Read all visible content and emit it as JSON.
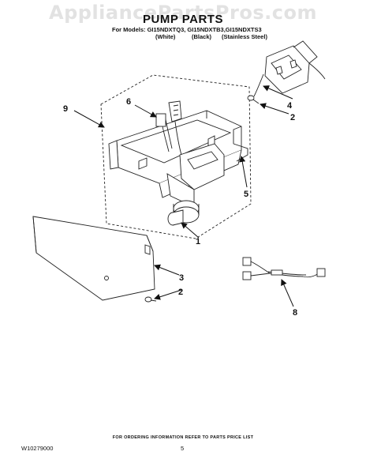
{
  "watermark": "AppliancePartsPros.com",
  "header": {
    "title": "PUMP PARTS",
    "models_line": "For Models: GI15NDXTQ3, GI15NDXTB3,GI15NDXTS3",
    "colors": [
      "(White)",
      "(Black)",
      "(Stainless Steel)"
    ]
  },
  "callouts": [
    "9",
    "6",
    "4",
    "2",
    "5",
    "1",
    "3",
    "2",
    "8"
  ],
  "footer": {
    "note": "FOR ORDERING INFORMATION REFER TO PARTS PRICE LIST",
    "doc_number": "W10279000",
    "page_number": "5"
  }
}
